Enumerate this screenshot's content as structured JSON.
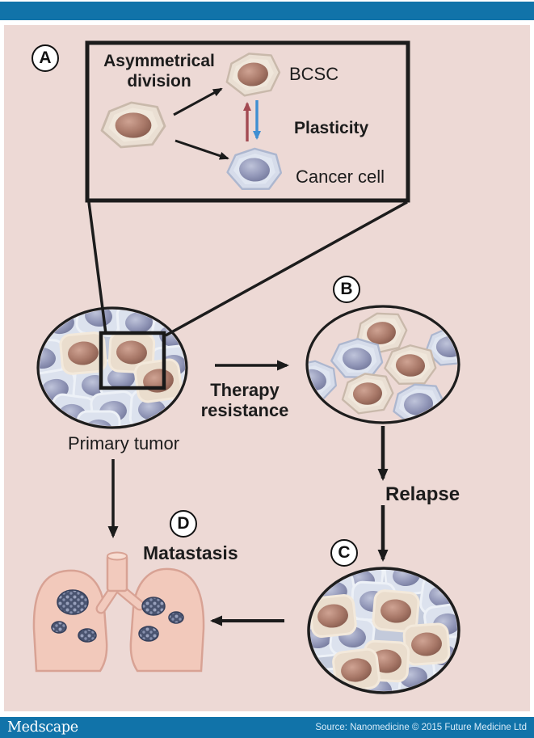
{
  "figure": {
    "panel_a": {
      "badge": "A",
      "division_line1": "Asymmetrical",
      "division_line2": "division",
      "bcsc_label": "BCSC",
      "plasticity_label": "Plasticity",
      "cancer_cell_label": "Cancer cell"
    },
    "primary_tumor_label": "Primary tumor",
    "therapy_line1": "Therapy",
    "therapy_line2": "resistance",
    "panel_b": {
      "badge": "B"
    },
    "relapse_label": "Relapse",
    "panel_c": {
      "badge": "C"
    },
    "panel_d": {
      "badge": "D",
      "metastasis_label": "Matastasis"
    }
  },
  "footer": {
    "logo": "Medscape",
    "source": "Source: Nanomedicine © 2015 Future Medicine Ltd"
  },
  "colors": {
    "bar_blue": "#1173a9",
    "panel_pink": "#edd9d5",
    "ink": "#1c1c1c",
    "arrow_red": "#a34a52",
    "arrow_blue": "#3f8fd2",
    "footer_text": "#d9ecf9",
    "cell_brown": "#9b6b5d",
    "cell_purple": "#8b90b2",
    "lung_pink": "#f2c9bb",
    "metastasis_dark": "#4a5470"
  }
}
